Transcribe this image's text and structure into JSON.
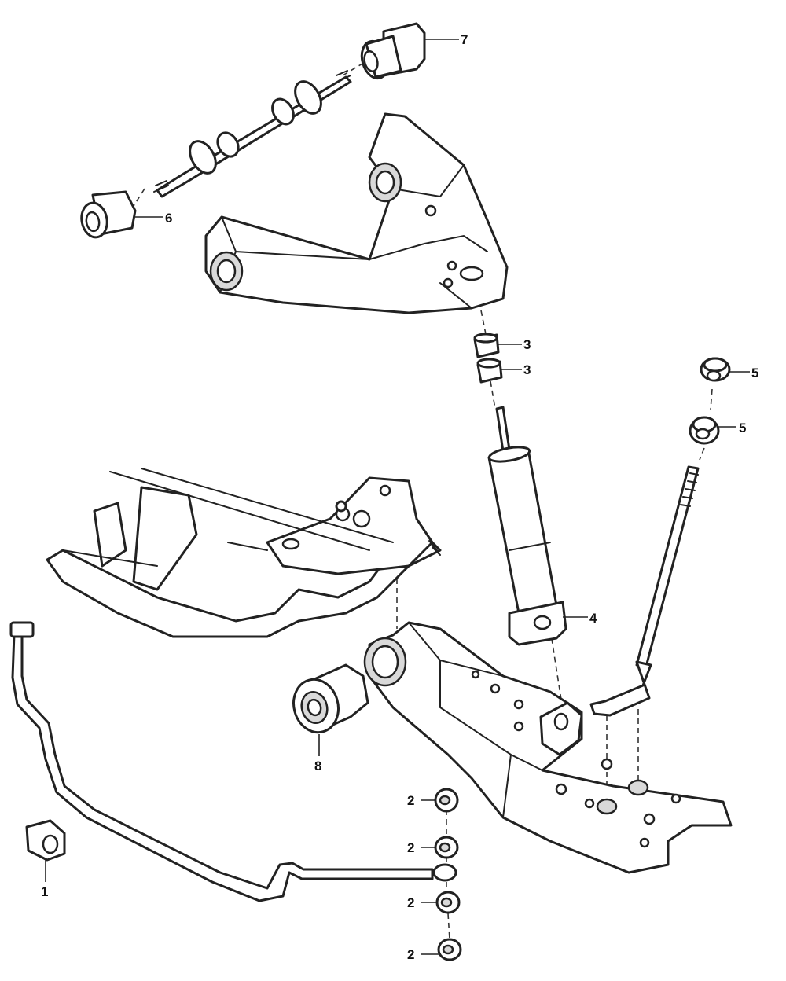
{
  "callouts": {
    "c1": "1",
    "c2a": "2",
    "c2b": "2",
    "c2c": "2",
    "c2d": "2",
    "c3a": "3",
    "c3b": "3",
    "c4": "4",
    "c5a": "5",
    "c5b": "5",
    "c6": "6",
    "c7": "7",
    "c8": "8"
  }
}
